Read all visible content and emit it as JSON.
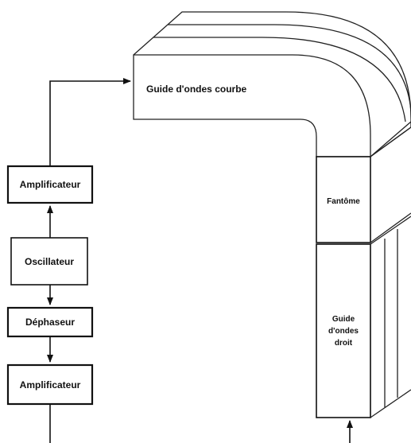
{
  "blocks": {
    "amplificateur_top": "Amplificateur",
    "oscillateur": "Oscillateur",
    "dephaseur": "Déphaseur",
    "amplificateur_bottom": "Amplificateur"
  },
  "waveguide": {
    "curved_label": "Guide d'ondes courbe",
    "phantom_label": "Fantôme",
    "straight_label_lines": [
      "Guide",
      "d'ondes",
      "droit"
    ]
  },
  "colors": {
    "line": "#111111",
    "background": "#ffffff"
  }
}
